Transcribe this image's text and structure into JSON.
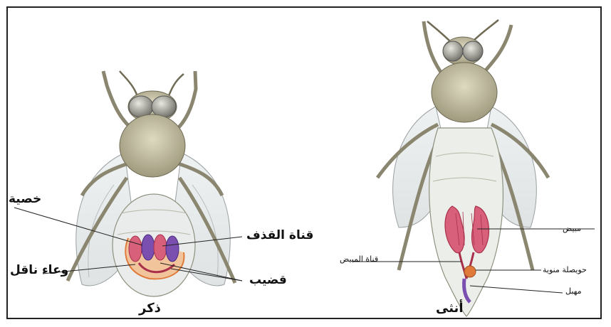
{
  "male": {
    "caption": "ذكر",
    "labels": {
      "testis": "خصية",
      "ejaculatory_duct": "قناة القذف",
      "vas_deferens": "وعاء ناقل",
      "penis": "قضيب"
    }
  },
  "female": {
    "caption": "أنثى",
    "labels": {
      "ovary": "مبيض",
      "oviduct": "قناة المبيض",
      "spermatheca": "حويصلة منوية",
      "vagina": "مهبل"
    }
  },
  "colors": {
    "body": "#c9c4a6",
    "body_dark": "#7a7660",
    "wing": "#e8ecef",
    "organ_pink": "#d9607a",
    "organ_purple": "#7a4fb0",
    "organ_orange": "#e07a3a"
  }
}
